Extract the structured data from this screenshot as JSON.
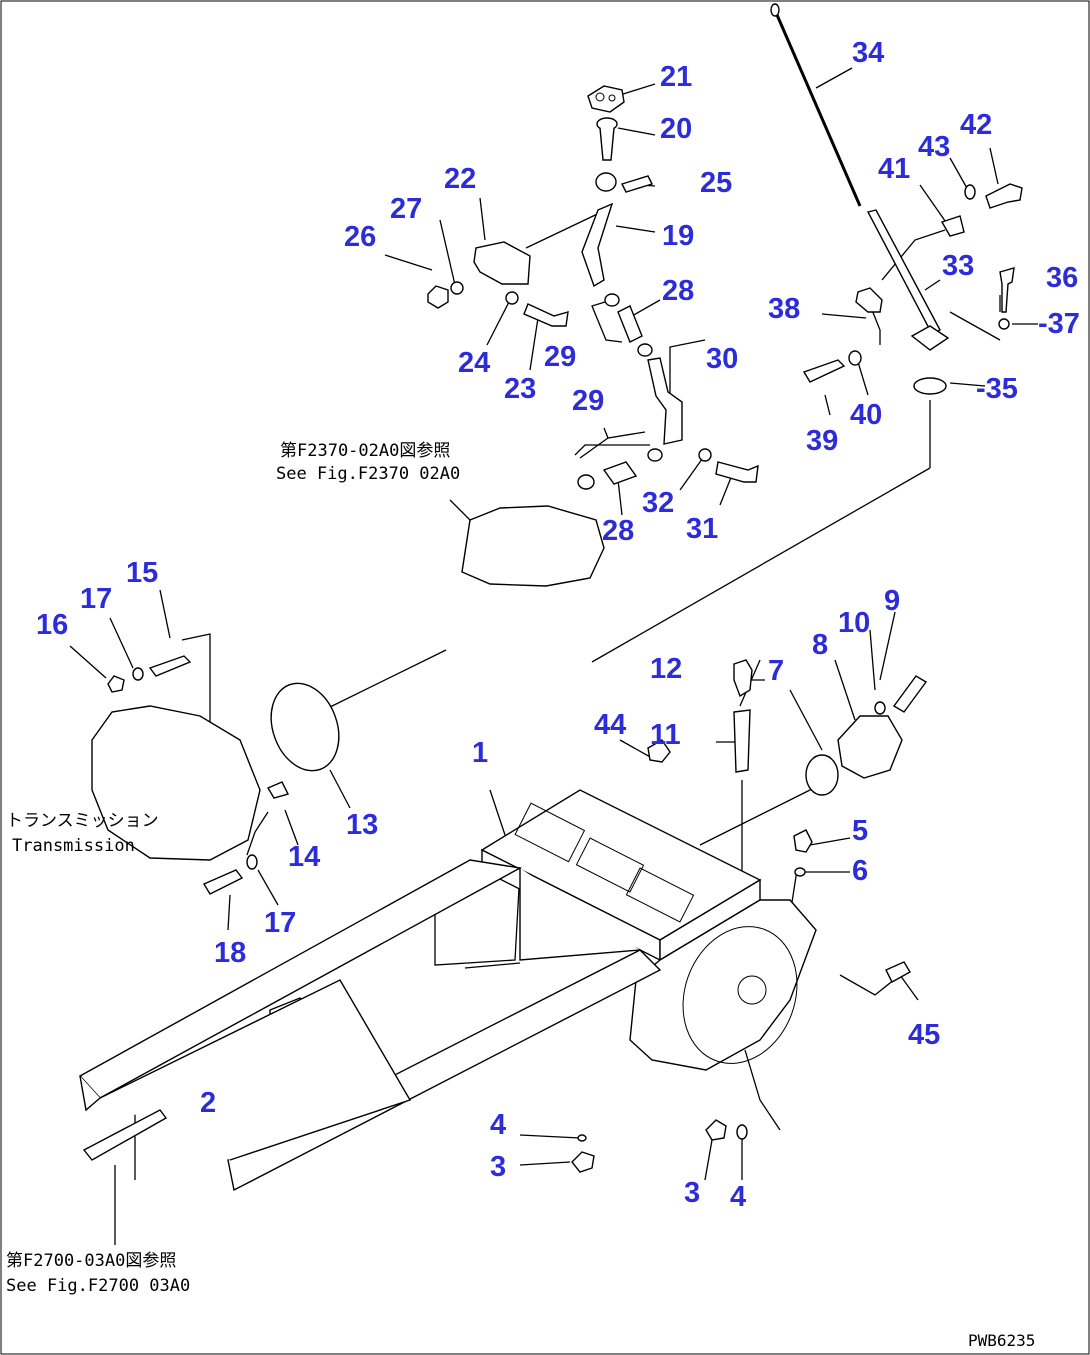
{
  "drawing_code": "PWB6235",
  "notes": {
    "fig_f2370": {
      "jp": "第F2370-02A0図参照",
      "en": "See Fig.F2370 02A0"
    },
    "fig_f2700": {
      "jp": "第F2700-03A0図参照",
      "en": "See Fig.F2700 03A0"
    },
    "transmission": {
      "jp": "トランスミッション",
      "en": "Transmission"
    }
  },
  "parts": [
    {
      "id": "p21",
      "label": "21"
    },
    {
      "id": "p20",
      "label": "20"
    },
    {
      "id": "p25",
      "label": "25"
    },
    {
      "id": "p19",
      "label": "19"
    },
    {
      "id": "p22",
      "label": "22"
    },
    {
      "id": "p27",
      "label": "27"
    },
    {
      "id": "p26",
      "label": "26"
    },
    {
      "id": "p28a",
      "label": "28"
    },
    {
      "id": "p24",
      "label": "24"
    },
    {
      "id": "p23",
      "label": "23"
    },
    {
      "id": "p29a",
      "label": "29"
    },
    {
      "id": "p30",
      "label": "30"
    },
    {
      "id": "p29b",
      "label": "29"
    },
    {
      "id": "p32",
      "label": "32"
    },
    {
      "id": "p28b",
      "label": "28"
    },
    {
      "id": "p31",
      "label": "31"
    },
    {
      "id": "p34",
      "label": "34"
    },
    {
      "id": "p42",
      "label": "42"
    },
    {
      "id": "p43",
      "label": "43"
    },
    {
      "id": "p41",
      "label": "41"
    },
    {
      "id": "p33",
      "label": "33"
    },
    {
      "id": "p36",
      "label": "36"
    },
    {
      "id": "p38",
      "label": "38"
    },
    {
      "id": "p37",
      "label": "-37"
    },
    {
      "id": "p35",
      "label": "-35"
    },
    {
      "id": "p40",
      "label": "40"
    },
    {
      "id": "p39",
      "label": "39"
    },
    {
      "id": "p15",
      "label": "15"
    },
    {
      "id": "p17a",
      "label": "17"
    },
    {
      "id": "p16",
      "label": "16"
    },
    {
      "id": "p9",
      "label": "9"
    },
    {
      "id": "p10",
      "label": "10"
    },
    {
      "id": "p8",
      "label": "8"
    },
    {
      "id": "p12",
      "label": "12"
    },
    {
      "id": "p7",
      "label": "7"
    },
    {
      "id": "p44",
      "label": "44"
    },
    {
      "id": "p11",
      "label": "11"
    },
    {
      "id": "p1",
      "label": "1"
    },
    {
      "id": "p13",
      "label": "13"
    },
    {
      "id": "p14",
      "label": "14"
    },
    {
      "id": "p5",
      "label": "5"
    },
    {
      "id": "p6",
      "label": "6"
    },
    {
      "id": "p17b",
      "label": "17"
    },
    {
      "id": "p18",
      "label": "18"
    },
    {
      "id": "p45",
      "label": "45"
    },
    {
      "id": "p2",
      "label": "2"
    },
    {
      "id": "p4a",
      "label": "4"
    },
    {
      "id": "p3a",
      "label": "3"
    },
    {
      "id": "p3b",
      "label": "3"
    },
    {
      "id": "p4b",
      "label": "4"
    }
  ]
}
